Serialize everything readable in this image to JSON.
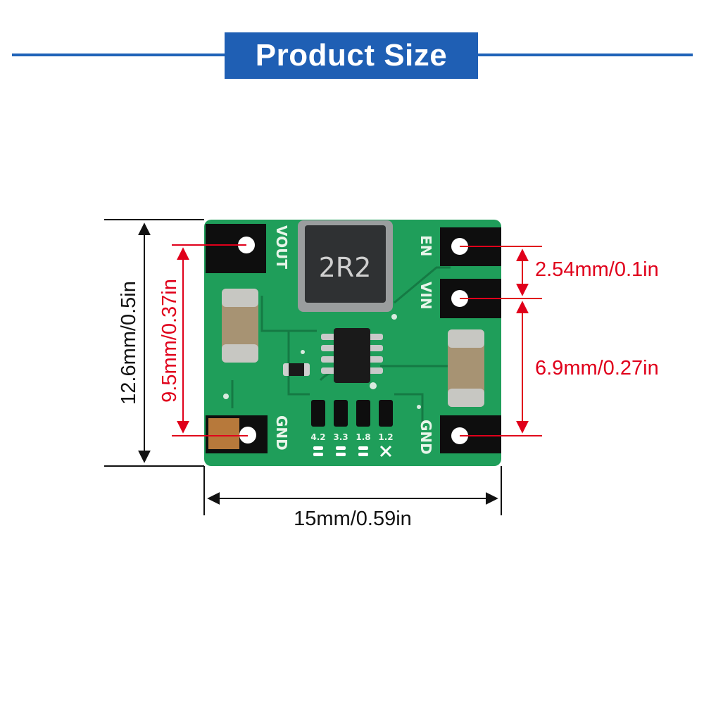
{
  "title": "Product Size",
  "dimensions": {
    "height": "12.6mm/0.5in",
    "hole_span": "9.5mm/0.37in",
    "pitch": "2.54mm/0.1in",
    "right_span": "6.9mm/0.27in",
    "width": "15mm/0.59in"
  },
  "board": {
    "inductor_marking": "2R2",
    "pin_labels": {
      "vout": "VOUT",
      "gnd_left": "GND",
      "en": "EN",
      "vin": "VIN",
      "gnd_right": "GND"
    },
    "voltage_options": [
      "4.2",
      "3.3",
      "1.8",
      "1.2"
    ]
  },
  "colors": {
    "title_bg": "#1f5fb4",
    "pcb": "#1f9e5a",
    "dimension_black": "#111111",
    "dimension_red": "#e0001b"
  }
}
